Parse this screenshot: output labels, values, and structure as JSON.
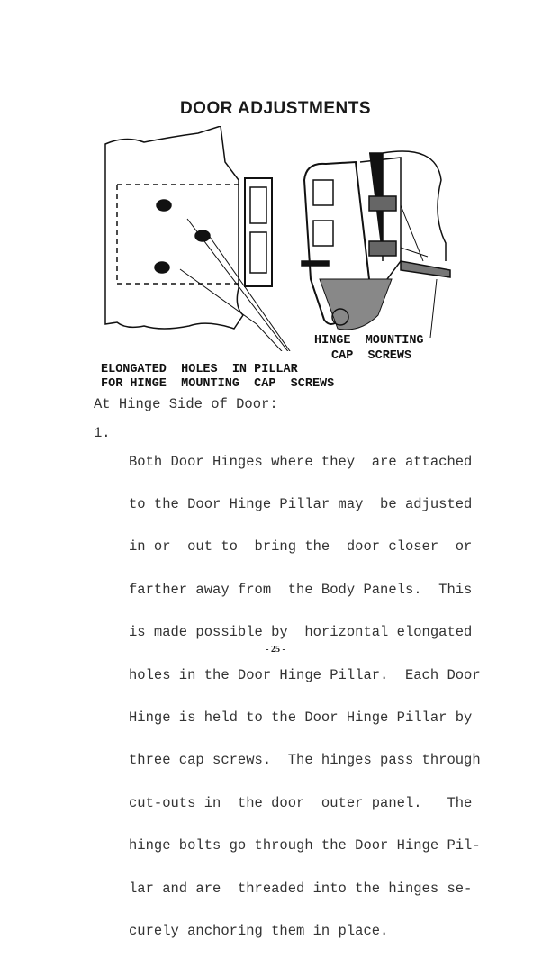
{
  "title": "DOOR ADJUSTMENTS",
  "figure": {
    "callout_right": [
      "HINGE  MOUNTING",
      "CAP  SCREWS"
    ],
    "callout_left": [
      "ELONGATED  HOLES  IN PILLAR",
      "FOR HINGE  MOUNTING  CAP  SCREWS"
    ]
  },
  "section_heading": "At Hinge Side of Door:",
  "items": [
    {
      "number": "1.",
      "lines": [
        "Both Door Hinges where they  are attached",
        "to the Door Hinge Pillar may  be adjusted",
        "in or  out to  bring the  door closer  or",
        "farther away from  the Body Panels.  This",
        "is made possible by  horizontal elongated",
        "holes in the Door Hinge Pillar.  Each Door",
        "Hinge is held to the Door Hinge Pillar by",
        "three cap screws.  The hinges pass through",
        "cut-outs in  the door  outer panel.   The",
        "hinge bolts go through the Door Hinge Pil-",
        "lar and are  threaded into the hinges se-",
        "curely anchoring them in place."
      ]
    }
  ],
  "page_number": "- 25 -"
}
